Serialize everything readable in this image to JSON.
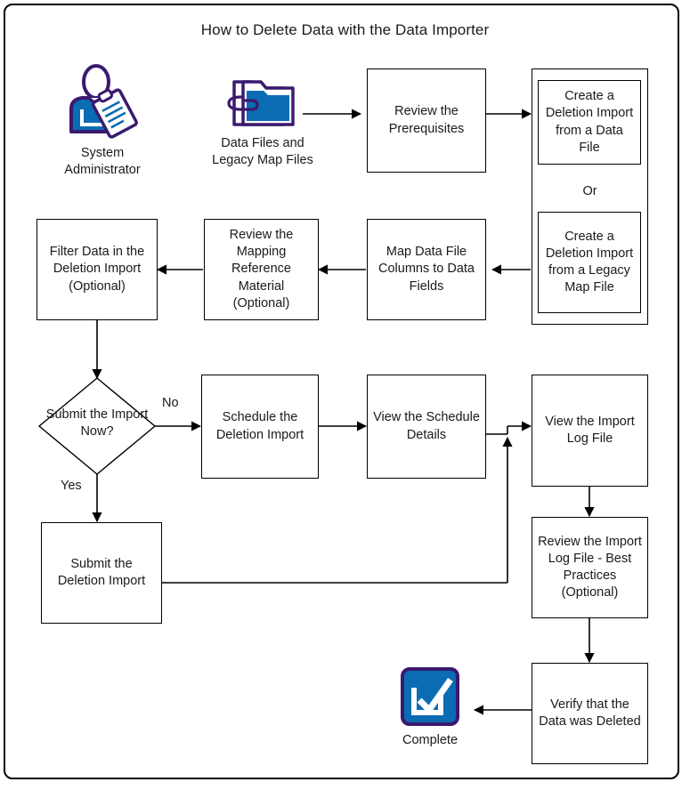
{
  "diagram": {
    "title": "How to Delete Data with the Data Importer",
    "colors": {
      "icon_outline": "#3a1a6e",
      "icon_fill": "#0b6cb3",
      "stroke": "#000000",
      "text": "#1a1a1a",
      "background": "#ffffff"
    }
  },
  "icons": {
    "system_administrator": {
      "name": "system-administrator-icon",
      "label_line1": "System",
      "label_line2": "Administrator"
    },
    "data_files": {
      "name": "data-files-folder-icon",
      "label_line1": "Data Files and",
      "label_line2": "Legacy Map Files"
    },
    "complete": {
      "name": "complete-checkbox-icon",
      "label": "Complete"
    }
  },
  "nodes": {
    "review_prerequisites": "Review the Prerequisites",
    "create_from_data_file": "Create a Deletion Import from a Data File",
    "or_separator": "Or",
    "create_from_legacy_map_file": "Create a Deletion Import from a Legacy Map File",
    "map_columns": "Map Data File Columns to Data Fields",
    "review_mapping_reference": "Review the Mapping Reference Material (Optional)",
    "filter_data": "Filter Data in the Deletion Import (Optional)",
    "submit_decision": "Submit the Import Now?",
    "schedule_import": "Schedule the Deletion Import",
    "view_schedule_details": "View the Schedule Details",
    "view_import_log": "View the Import Log File",
    "review_import_log_best_practices": "Review the Import Log File - Best Practices (Optional)",
    "submit_import": "Submit the Deletion Import",
    "verify_deleted": "Verify that the Data was Deleted"
  },
  "edge_labels": {
    "no": "No",
    "yes": "Yes"
  }
}
